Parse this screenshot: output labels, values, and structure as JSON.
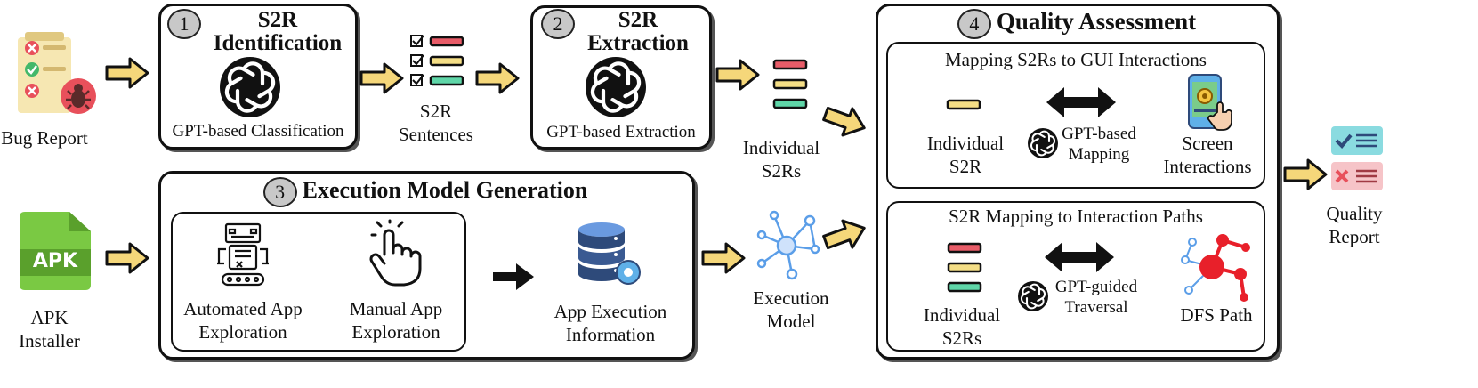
{
  "inputs": {
    "bug_report": "Bug Report",
    "apk_installer": "APK Installer",
    "apk_badge": "APK"
  },
  "step1": {
    "number": "1",
    "title": "S2R Identification",
    "subtitle": "GPT-based Classification"
  },
  "s2r_sentences": "S2R Sentences",
  "step2": {
    "number": "2",
    "title": "S2R Extraction",
    "subtitle": "GPT-based Extraction"
  },
  "individual_s2rs": "Individual S2Rs",
  "step3": {
    "number": "3",
    "title": "Execution Model Generation",
    "automated": "Automated App Exploration",
    "manual": "Manual App Exploration",
    "app_execution_info": "App Execution Information"
  },
  "execution_model": "Execution Model",
  "step4": {
    "number": "4",
    "title": "Quality Assessment",
    "mapping_title": "Mapping S2Rs to GUI Interactions",
    "individual_s2r": "Individual S2R",
    "gpt_mapping": "GPT-based Mapping",
    "screen_interactions": "Screen Interactions",
    "paths_title": "S2R Mapping to Interaction Paths",
    "individual_s2rs": "Individual S2Rs",
    "gpt_traversal": "GPT-guided Traversal",
    "dfs_path": "DFS Path"
  },
  "quality_report": "Quality Report",
  "colors": {
    "arrow_fill": "#f5d77a",
    "bar_red": "#e85c68",
    "bar_yellow": "#f4de86",
    "bar_green": "#5fd6a8",
    "node_blue": "#5b9ee8",
    "dfs_red": "#e8202a",
    "apk_green": "#7ac943"
  }
}
